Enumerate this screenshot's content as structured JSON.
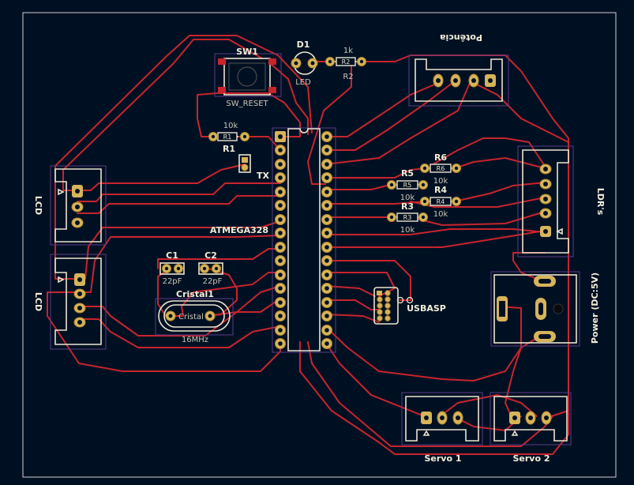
{
  "labels": {
    "sw1": "SW1",
    "sw_reset": "SW_RESET",
    "d1": "D1",
    "led": "LED",
    "r2_val": "1k",
    "r2_ref": "R2",
    "r2_body": "R2",
    "potencia": "Potência",
    "r1_val": "10k",
    "r1_ref": "R1",
    "r1_body": "R1",
    "tx": "TX",
    "atmega": "ATMEGA328",
    "lcd1": "LCD",
    "lcd2": "LCD",
    "c1": "C1",
    "c2": "C2",
    "c1_val": "22pF",
    "c2_val": "22pF",
    "cristal_ref": "Cristal1",
    "cristal_body": "Cristal",
    "cristal_val": "16MHz",
    "r6_ref": "R6",
    "r6_body": "R6",
    "r6_val": "10k",
    "r5_ref": "R5",
    "r5_body": "R5",
    "r5_val": "10k",
    "r4_ref": "R4",
    "r4_body": "R4",
    "r4_val": "10k",
    "r3_ref": "R3",
    "r3_body": "R3",
    "r3_val": "10k",
    "ldrs": "LDR's",
    "usbasp": "USBASP",
    "power": "Power (DC:5V)",
    "servo1": "Servo 1",
    "servo2": "Servo 2"
  },
  "colors": {
    "background": "#001023",
    "trace": "#c8242d",
    "silkscreen": "#e9e5cf",
    "pad": "#d7b45a",
    "courtyard": "#5a3c86",
    "edge": "#d0d0d0"
  }
}
